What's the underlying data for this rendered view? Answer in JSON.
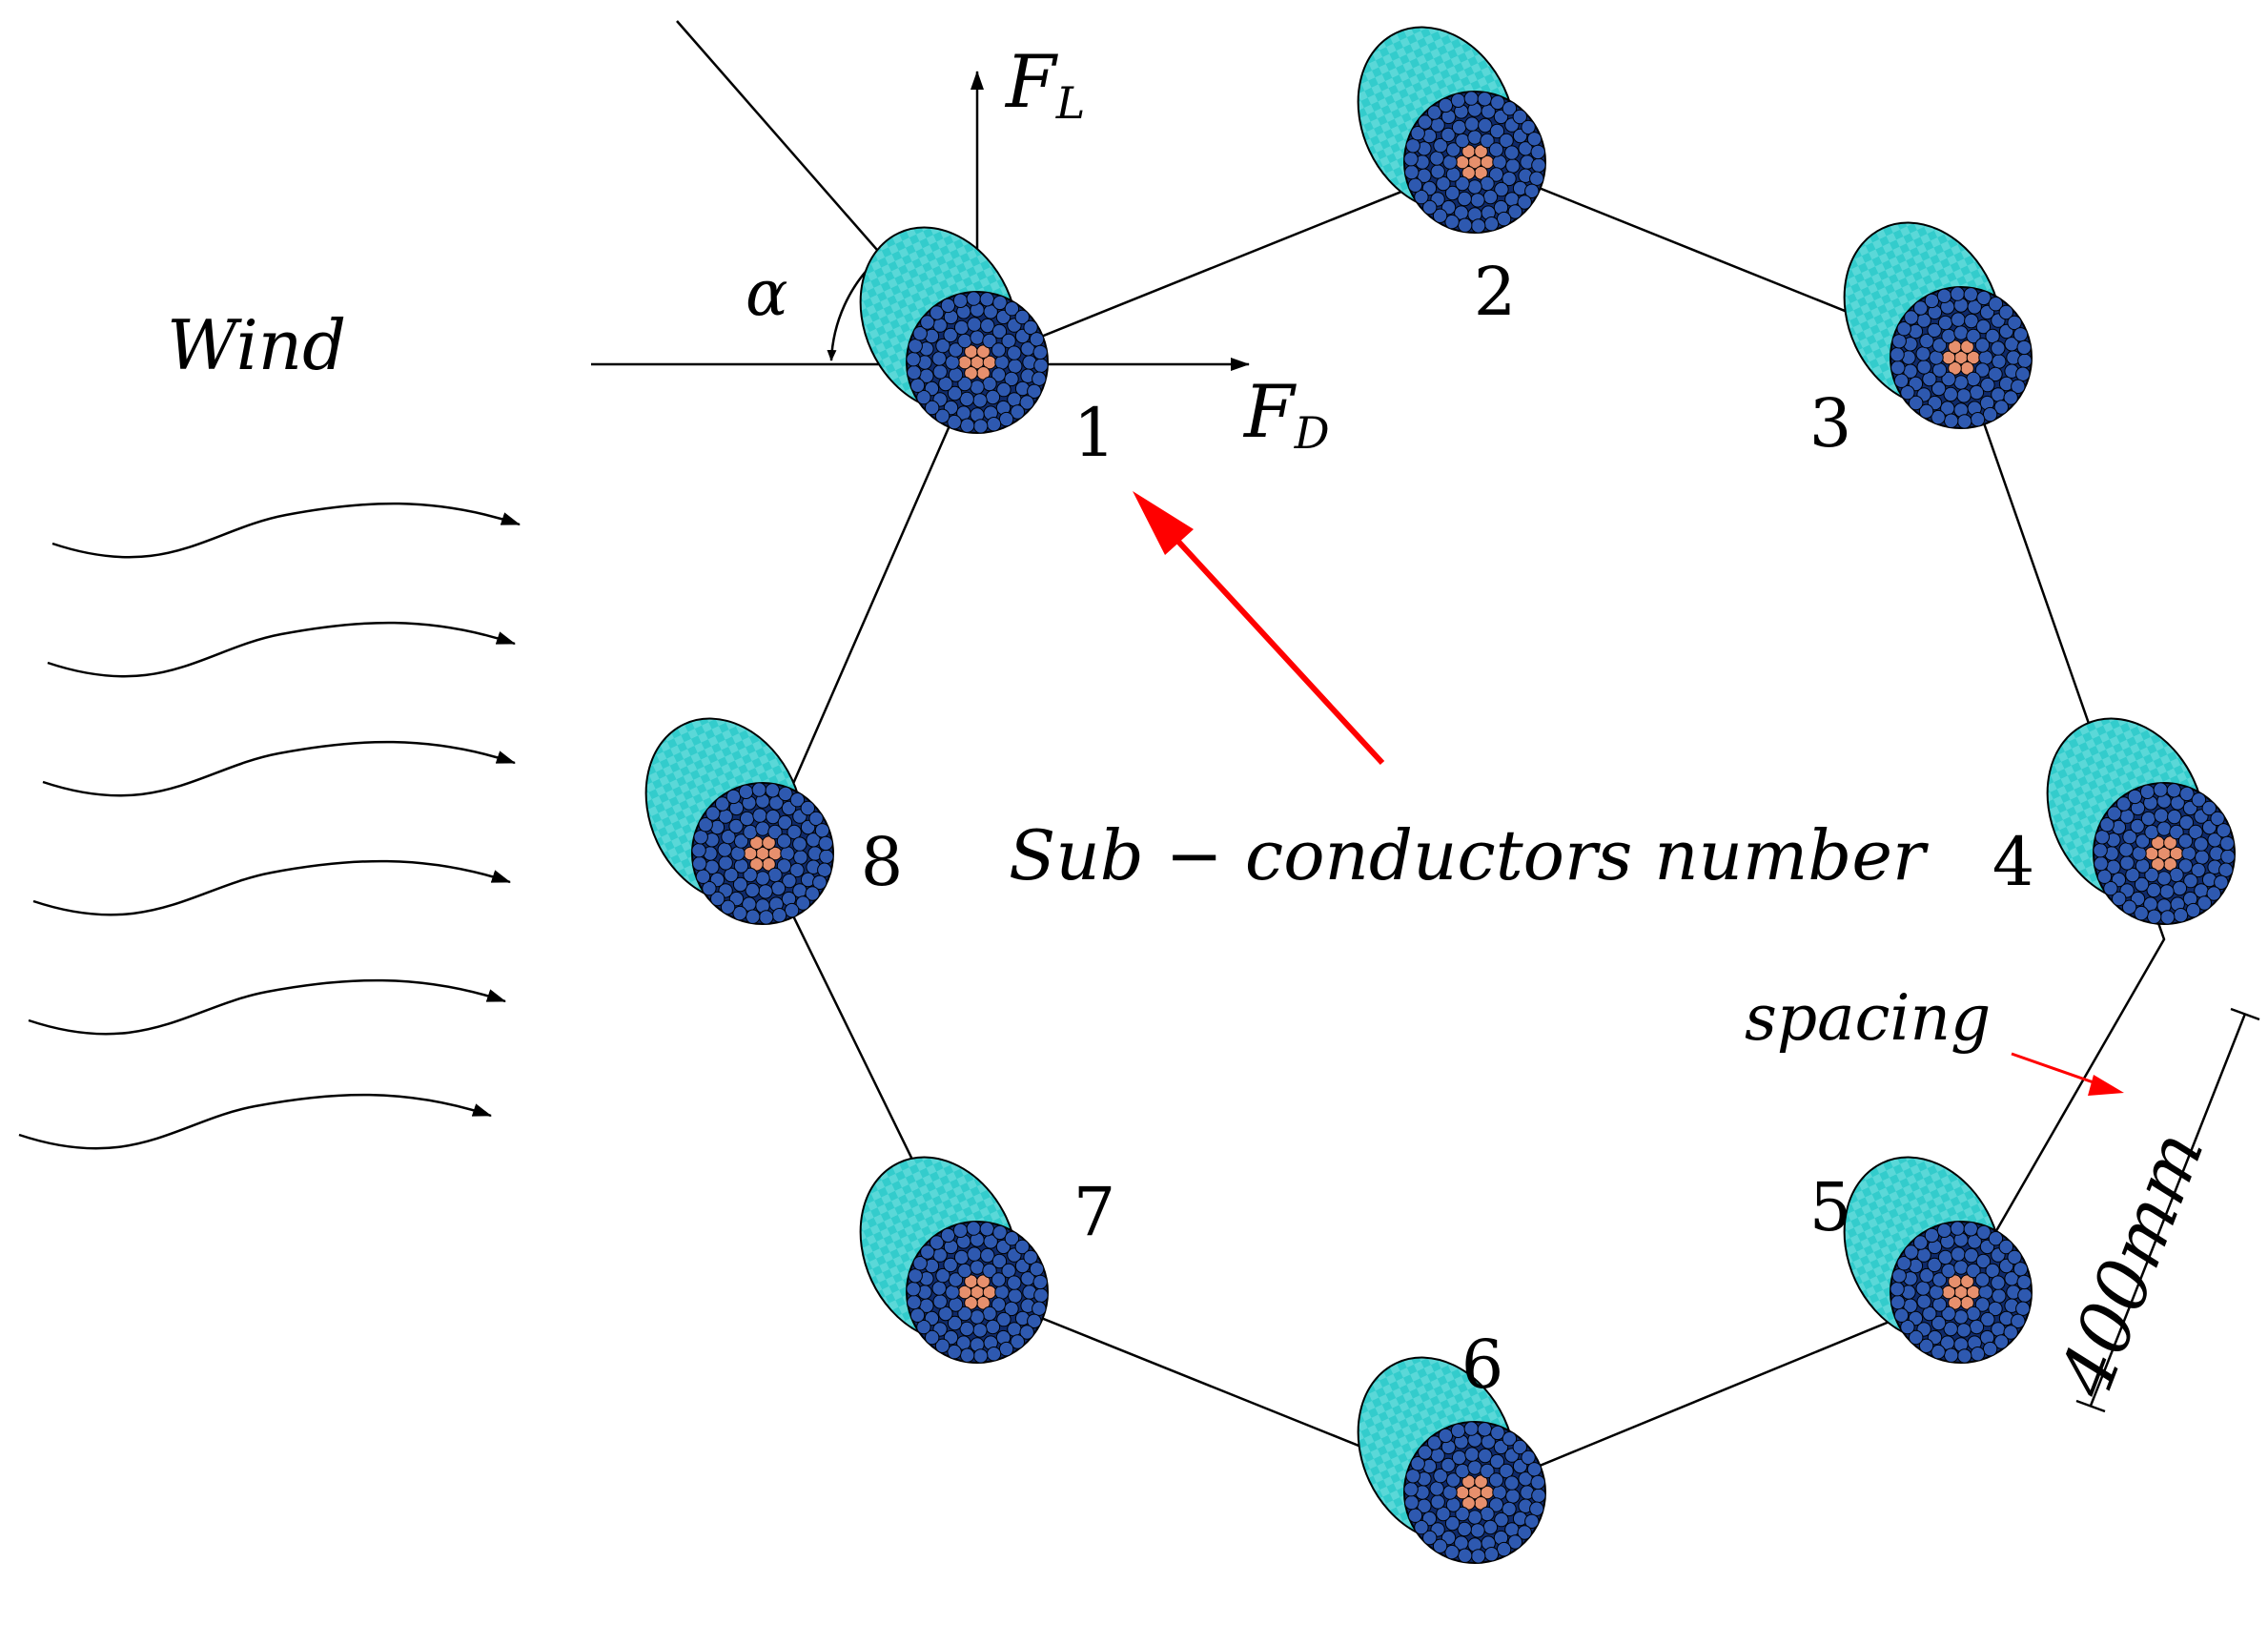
{
  "diagram": {
    "wind_label": "Wind",
    "force_lift_main": "F",
    "force_lift_sub": "L",
    "force_drag_main": "F",
    "force_drag_sub": "D",
    "angle_label": "α",
    "callout_label": "Sub − conductors number",
    "spacing_label": "spacing",
    "dimension_label": "400mm",
    "conductor_numbers": [
      "1",
      "2",
      "3",
      "4",
      "5",
      "6",
      "7",
      "8"
    ],
    "colors": {
      "ice": "#2ec4c4",
      "strand": "#2e59b0",
      "core": "#e7906d",
      "annotation_arrow": "#ff0000",
      "line": "#000000"
    }
  }
}
